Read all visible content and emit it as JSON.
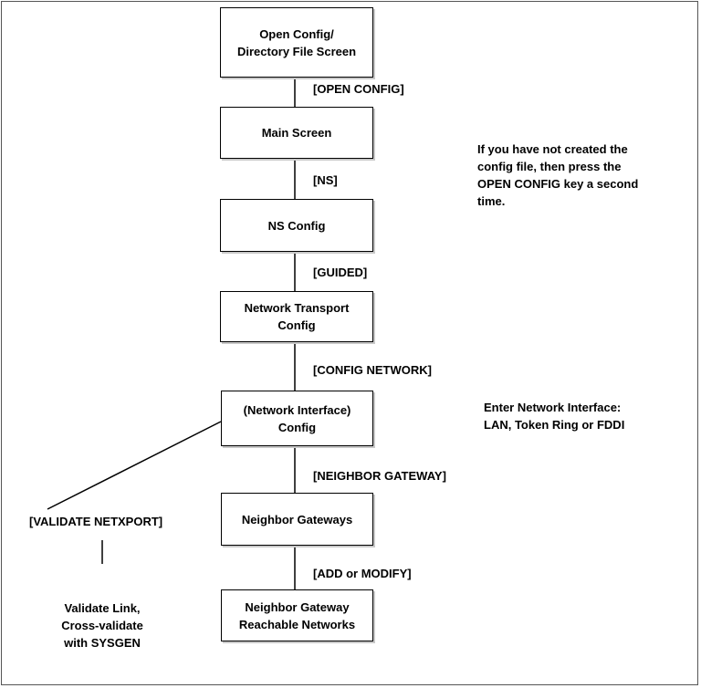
{
  "boxes": {
    "open_config": [
      "Open Config/",
      "Directory File Screen"
    ],
    "main_screen": [
      "Main Screen"
    ],
    "ns_config": [
      "NS Config"
    ],
    "network_transport": [
      "Network Transport",
      "Config"
    ],
    "network_interface": [
      "(Network Interface)",
      "Config"
    ],
    "neighbor_gateways": [
      "Neighbor Gateways"
    ],
    "neighbor_reachable": [
      "Neighbor Gateway",
      "Reachable Networks"
    ]
  },
  "keys": {
    "open_config": "[OPEN CONFIG]",
    "ns": "[NS]",
    "guided": "[GUIDED]",
    "config_network": "[CONFIG NETWORK]",
    "neighbor_gateway": "[NEIGHBOR GATEWAY]",
    "add_modify": "[ADD or MODIFY]",
    "validate_netxport": "[VALIDATE NETXPORT]"
  },
  "notes": {
    "second_time": [
      "If you have not created the",
      "config file, then press the",
      "OPEN CONFIG key a second",
      "time."
    ],
    "enter_interface": [
      "Enter Network Interface:",
      "LAN, Token Ring or FDDI"
    ],
    "validate": [
      "Validate Link,",
      "Cross-validate",
      "with SYSGEN"
    ]
  }
}
